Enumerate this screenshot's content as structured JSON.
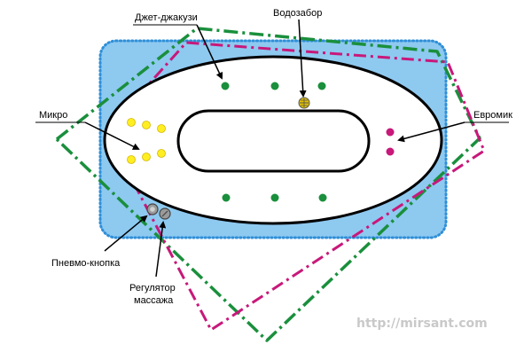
{
  "labels": {
    "jet_jacuzzi": "Джет-джакузи",
    "water_intake": "Водозабор",
    "micro": "Микро",
    "euromik": "Евромик",
    "pneumo_button": "Пневмо-кнопка",
    "regulator_line1": "Регулятор",
    "regulator_line2": "массажа"
  },
  "watermark": "http://mirsant.com",
  "colors": {
    "tub_fill": "#8ec9f0",
    "tub_border": "#2f8fd8",
    "green_dash": "#1a8f3c",
    "magenta_dash": "#c8187a",
    "jet_green": "#1a8f3c",
    "micro_yellow": "#ffee22",
    "euromik_magenta": "#c8187a",
    "intake_yellow": "#e5c200",
    "button_gray": "#9a9a9a"
  },
  "icons": {
    "jet_nozzle": "green-circle",
    "micro_nozzle": "yellow-circle",
    "euromik_nozzle": "magenta-circle",
    "water_intake": "grille-circle",
    "pneumo_button": "gray-button",
    "massage_regulator": "gray-knob"
  }
}
